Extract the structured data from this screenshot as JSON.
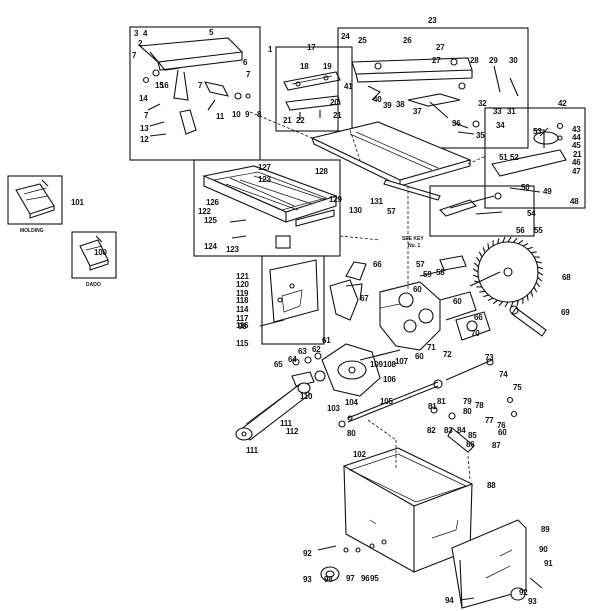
{
  "diagram": {
    "callouts": [
      {
        "n": "1"
      },
      {
        "n": "2"
      },
      {
        "n": "3"
      },
      {
        "n": "4"
      },
      {
        "n": "5"
      },
      {
        "n": "6"
      },
      {
        "n": "7"
      },
      {
        "n": "7"
      },
      {
        "n": "7"
      },
      {
        "n": "7"
      },
      {
        "n": "8"
      },
      {
        "n": "9"
      },
      {
        "n": "10"
      },
      {
        "n": "11"
      },
      {
        "n": "12"
      },
      {
        "n": "13"
      },
      {
        "n": "14"
      },
      {
        "n": "15"
      },
      {
        "n": "16"
      },
      {
        "n": "17"
      },
      {
        "n": "18"
      },
      {
        "n": "19"
      },
      {
        "n": "20"
      },
      {
        "n": "21"
      },
      {
        "n": "21"
      },
      {
        "n": "22"
      },
      {
        "n": "23"
      },
      {
        "n": "24"
      },
      {
        "n": "25"
      },
      {
        "n": "26"
      },
      {
        "n": "27"
      },
      {
        "n": "27"
      },
      {
        "n": "28"
      },
      {
        "n": "29"
      },
      {
        "n": "30"
      },
      {
        "n": "31"
      },
      {
        "n": "32"
      },
      {
        "n": "33"
      },
      {
        "n": "34"
      },
      {
        "n": "35"
      },
      {
        "n": "36"
      },
      {
        "n": "37"
      },
      {
        "n": "38"
      },
      {
        "n": "39"
      },
      {
        "n": "40"
      },
      {
        "n": "41"
      },
      {
        "n": "42"
      },
      {
        "n": "43"
      },
      {
        "n": "44"
      },
      {
        "n": "45"
      },
      {
        "n": "21"
      },
      {
        "n": "46"
      },
      {
        "n": "47"
      },
      {
        "n": "48"
      },
      {
        "n": "49"
      },
      {
        "n": "50"
      },
      {
        "n": "51"
      },
      {
        "n": "52"
      },
      {
        "n": "53"
      },
      {
        "n": "54"
      },
      {
        "n": "55"
      },
      {
        "n": "56"
      },
      {
        "n": "57"
      },
      {
        "n": "58"
      },
      {
        "n": "59"
      },
      {
        "n": "60"
      },
      {
        "n": "60"
      },
      {
        "n": "60"
      },
      {
        "n": "60"
      },
      {
        "n": "61"
      },
      {
        "n": "62"
      },
      {
        "n": "63"
      },
      {
        "n": "64"
      },
      {
        "n": "65"
      },
      {
        "n": "66"
      },
      {
        "n": "66"
      },
      {
        "n": "67"
      },
      {
        "n": "68"
      },
      {
        "n": "69"
      },
      {
        "n": "70"
      },
      {
        "n": "71"
      },
      {
        "n": "72"
      },
      {
        "n": "73"
      },
      {
        "n": "74"
      },
      {
        "n": "75"
      },
      {
        "n": "76"
      },
      {
        "n": "77"
      },
      {
        "n": "78"
      },
      {
        "n": "79"
      },
      {
        "n": "80"
      },
      {
        "n": "80"
      },
      {
        "n": "81"
      },
      {
        "n": "81"
      },
      {
        "n": "82"
      },
      {
        "n": "83"
      },
      {
        "n": "84"
      },
      {
        "n": "85"
      },
      {
        "n": "86"
      },
      {
        "n": "87"
      },
      {
        "n": "88"
      },
      {
        "n": "89"
      },
      {
        "n": "90"
      },
      {
        "n": "91"
      },
      {
        "n": "92"
      },
      {
        "n": "92"
      },
      {
        "n": "93"
      },
      {
        "n": "93"
      },
      {
        "n": "94"
      },
      {
        "n": "95"
      },
      {
        "n": "96"
      },
      {
        "n": "97"
      },
      {
        "n": "98"
      },
      {
        "n": "98"
      },
      {
        "n": "100"
      },
      {
        "n": "101"
      },
      {
        "n": "102"
      },
      {
        "n": "103"
      },
      {
        "n": "104"
      },
      {
        "n": "105"
      },
      {
        "n": "106"
      },
      {
        "n": "107"
      },
      {
        "n": "108"
      },
      {
        "n": "109"
      },
      {
        "n": "110"
      },
      {
        "n": "111"
      },
      {
        "n": "111"
      },
      {
        "n": "112"
      },
      {
        "n": "114"
      },
      {
        "n": "115"
      },
      {
        "n": "116"
      },
      {
        "n": "117"
      },
      {
        "n": "118"
      },
      {
        "n": "119"
      },
      {
        "n": "120"
      },
      {
        "n": "121"
      },
      {
        "n": "122"
      },
      {
        "n": "123"
      },
      {
        "n": "123"
      },
      {
        "n": "124"
      },
      {
        "n": "125"
      },
      {
        "n": "126"
      },
      {
        "n": "127"
      },
      {
        "n": "128"
      },
      {
        "n": "129"
      },
      {
        "n": "130"
      },
      {
        "n": "131"
      },
      {
        "n": "57"
      }
    ],
    "captions": {
      "molding": "MOLDING",
      "dado": "DADO",
      "see_key_line1": "SEE KEY",
      "see_key_line2": "No. 1"
    }
  }
}
